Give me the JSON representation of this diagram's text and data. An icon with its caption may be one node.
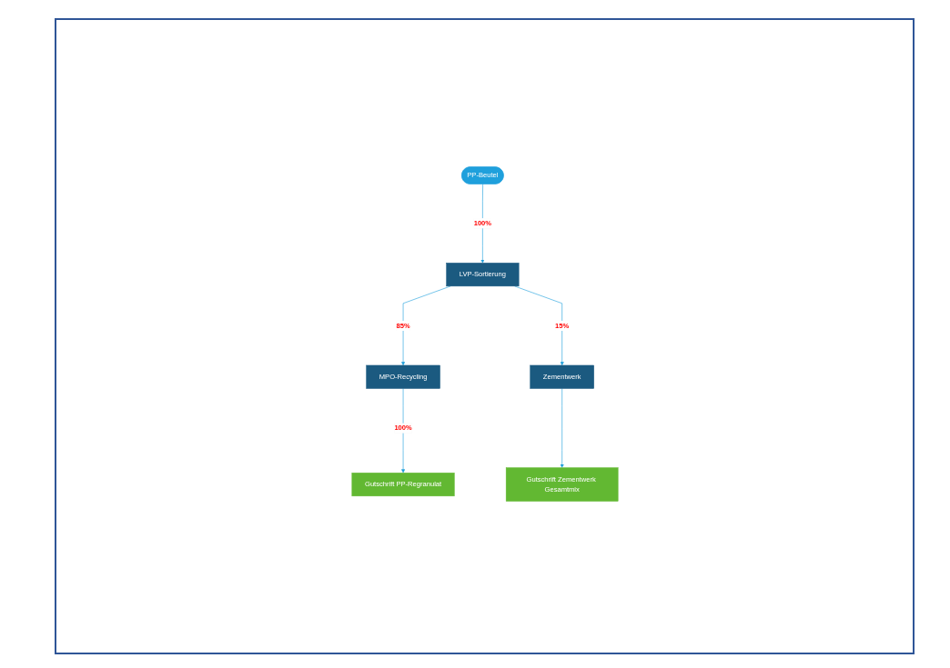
{
  "diagram": {
    "nodes": [
      {
        "text": [
          "PP-Beutel"
        ]
      },
      {
        "text": [
          "LVP-Sortierung"
        ]
      },
      {
        "text": [
          "MPO-Recycling"
        ]
      },
      {
        "text": [
          "Zementwerk"
        ]
      },
      {
        "text": [
          "Gutschrift PP-Regranulat"
        ]
      },
      {
        "text": [
          "Gutschrift Zementwerk Gesamtmix"
        ]
      }
    ],
    "edges": [
      {
        "from": 0,
        "to": 1,
        "arrow": "to",
        "label": "100%"
      },
      {
        "from": 1,
        "to": 2,
        "arrow": "to",
        "label": "85%"
      },
      {
        "from": 1,
        "to": 3,
        "arrow": "to",
        "label": "15%"
      },
      {
        "from": 2,
        "to": 4,
        "arrow": "to",
        "label": "100%"
      },
      {
        "from": 3,
        "to": 5,
        "arrow": "to"
      }
    ]
  }
}
